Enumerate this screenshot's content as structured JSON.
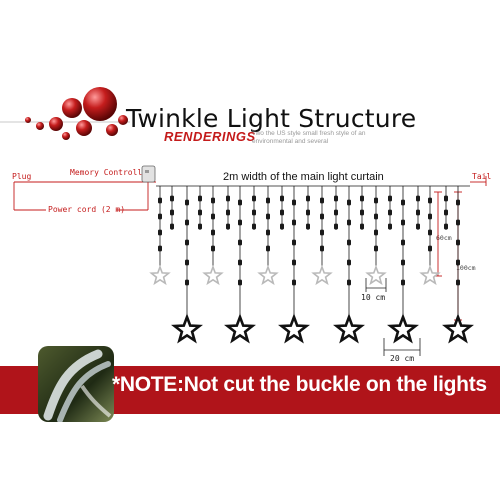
{
  "header": {
    "title": "Twinkle Light Structure",
    "subtitle": "RENDERINGS",
    "tagline": "Two the US style small fresh style of an environmental and several"
  },
  "diagram": {
    "plug_label": "Plug",
    "tail_label": "Tail",
    "controller_label": "Memory Controller",
    "main_width_label": "2m width of the main light curtain",
    "power_cord_label": "Power cord (2 m)",
    "short_drop_label": "60cm",
    "long_drop_label": "100cm",
    "small_star_gap_label": "10 cm",
    "large_star_gap_label": "20 cm"
  },
  "note": {
    "text": "*NOTE:Not cut the buckle on the lights"
  },
  "colors": {
    "accent_red": "#c41b1b",
    "banner_red": "#b0141a",
    "wire": "#1a1a1a"
  }
}
